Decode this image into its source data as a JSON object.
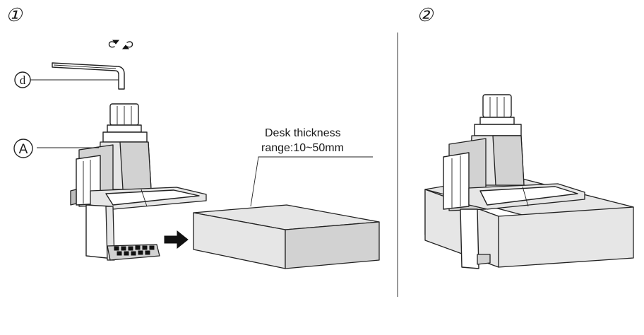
{
  "steps": [
    {
      "number": "1",
      "symbol": "①"
    },
    {
      "number": "2",
      "symbol": "②"
    }
  ],
  "callouts": {
    "tool": "d",
    "part": "A"
  },
  "desk_note": {
    "line1": "Desk thickness",
    "line2": "range:10~50mm"
  },
  "colors": {
    "line": "#222222",
    "desk_top": "#e8e8e8",
    "desk_side": "#d4d4d4"
  }
}
